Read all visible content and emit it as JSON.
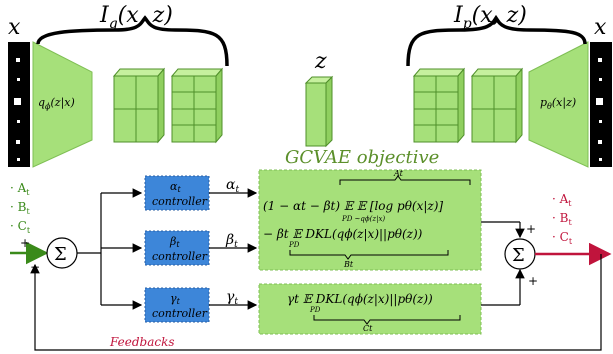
{
  "top": {
    "x_left": "x",
    "x_right": "x",
    "iq": "I",
    "iq_sub": "q",
    "iq_args": "(x,  z)",
    "ip": "I",
    "ip_sub": "p",
    "ip_args": "(x,  z)",
    "z": "z",
    "encoder_label": "q",
    "encoder_sub": "ϕ",
    "encoder_args": "(z|x)",
    "decoder_label": "p",
    "decoder_sub": "θ",
    "decoder_args": "(x|z)"
  },
  "objective_title": "GCVAE objective",
  "inputs": [
    "· A",
    "· B",
    "· C"
  ],
  "input_subs": [
    "t",
    "t",
    "t"
  ],
  "outputs": [
    "· A",
    "· B",
    "· C"
  ],
  "output_subs": [
    "t",
    "t",
    "t"
  ],
  "sum_symbol": "Σ",
  "signs": {
    "left_plus": "+",
    "left_minus": "−",
    "right_plus_top": "+",
    "right_plus_bottom": "+"
  },
  "controllers": [
    {
      "symbol": "α",
      "sub": "t",
      "label": "controller",
      "signal": "α",
      "signal_sub": "t"
    },
    {
      "symbol": "β",
      "sub": "t",
      "label": "controller",
      "signal": "β",
      "signal_sub": "t"
    },
    {
      "symbol": "γ",
      "sub": "t",
      "label": "controller",
      "signal": "γ",
      "signal_sub": "t"
    }
  ],
  "terms": {
    "line1": "(1 − αt − βt)  𝔼   𝔼   [log pθ(x|z)]",
    "line1_subs": "PD  ~qϕ(z|x)",
    "line1_brace": "At",
    "line2": "− βt  𝔼  DKL(qϕ(z|x)||pθ(z))",
    "line2_sub": "PD",
    "line2_brace": "Bt",
    "line3": "γt  𝔼  DKL(qϕ(z|x)||pθ(z))",
    "line3_sub": "PD",
    "line3_brace": "Ct"
  },
  "feedback_label": "Feedbacks",
  "colors": {
    "green_box": "#a6e07a",
    "green_stroke": "#7fbf54",
    "blue_box": "#3d86d9",
    "title_green": "#5b8f2a",
    "output_red": "#c0143c",
    "feedback_red": "#c0143c",
    "input_green": "#3a8a1a"
  }
}
